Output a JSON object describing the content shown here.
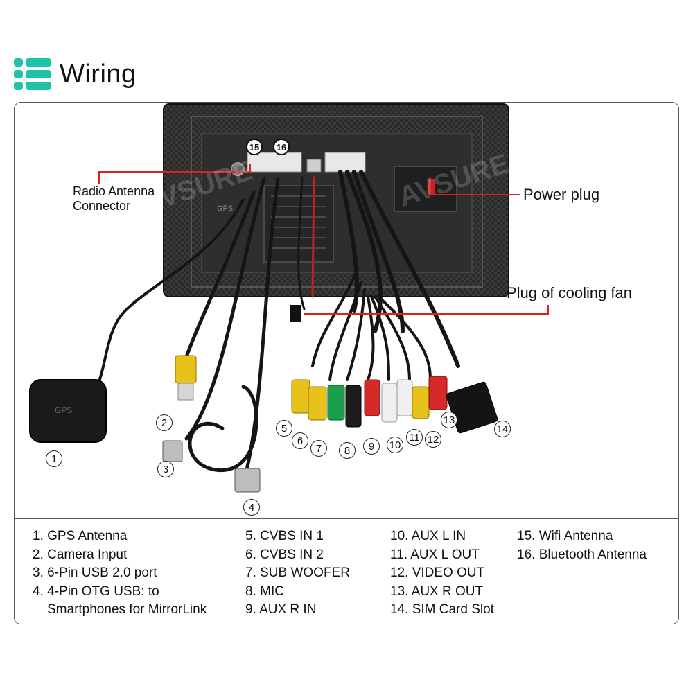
{
  "header": {
    "title": "Wiring",
    "icon": "list-icon",
    "accent_color": "#1fc3a6"
  },
  "diagram": {
    "callouts": {
      "radio_antenna": "Radio Antenna\nConnector",
      "power_plug": "Power plug",
      "cooling_fan": "Plug of cooling fan",
      "line_color": "#e02020"
    },
    "numbers": [
      "1",
      "2",
      "3",
      "4",
      "5",
      "6",
      "7",
      "8",
      "9",
      "10",
      "11",
      "12",
      "13",
      "14",
      "15",
      "16"
    ]
  },
  "legend": {
    "columns": [
      [
        "1. GPS Antenna",
        "2. Camera Input",
        "3. 6-Pin USB 2.0 port",
        "4. 4-Pin OTG USB: to",
        "Smartphones for MirrorLink"
      ],
      [
        "5. CVBS IN 1",
        "6. CVBS IN 2",
        "7. SUB WOOFER",
        "8. MIC",
        "9. AUX R IN"
      ],
      [
        "10. AUX L IN",
        "11. AUX L OUT",
        "12. VIDEO OUT",
        "13. AUX R OUT",
        "14. SIM Card Slot"
      ],
      [
        "15. Wifi Antenna",
        "16. Bluetooth Antenna"
      ]
    ]
  }
}
